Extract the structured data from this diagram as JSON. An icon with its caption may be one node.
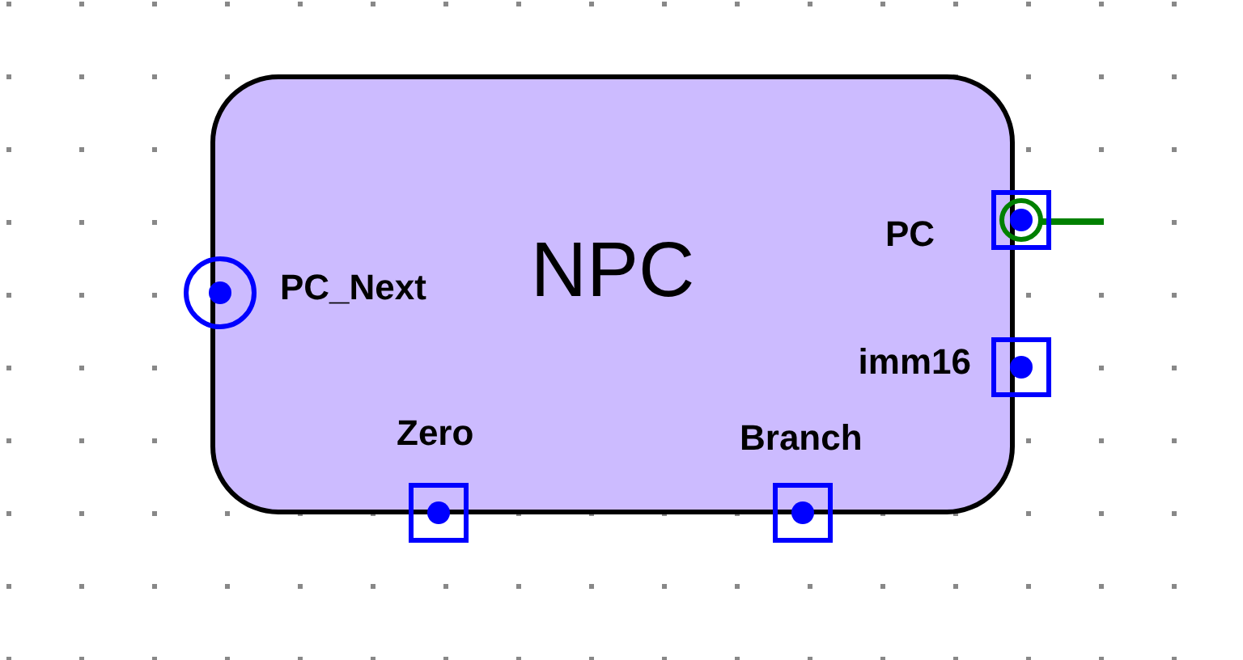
{
  "diagram": {
    "nodes": [
      {
        "text": [
          "NPC"
        ]
      }
    ],
    "labels": [
      "PC_Next",
      "PC",
      "imm16",
      "Zero",
      "Branch"
    ]
  }
}
